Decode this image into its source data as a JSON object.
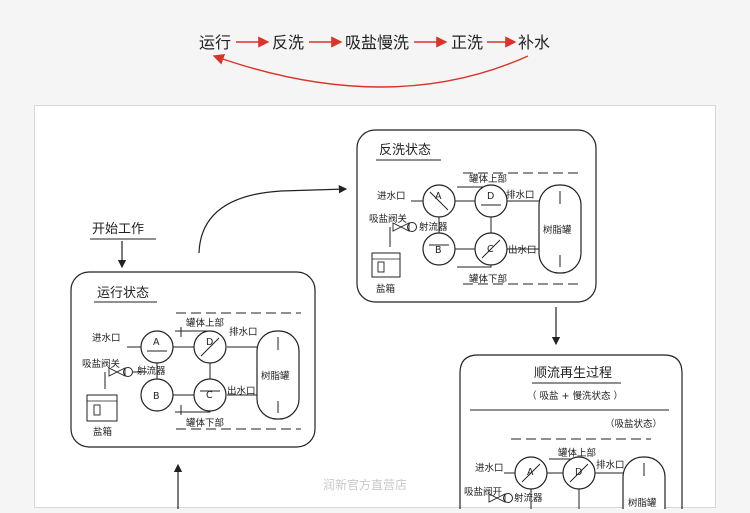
{
  "cycle": {
    "steps": [
      "运行",
      "反洗",
      "吸盐慢洗",
      "正洗",
      "补水"
    ],
    "arrow_color": "#d9332b"
  },
  "start_label": "开始工作",
  "states": {
    "run": {
      "title": "运行状态",
      "inlet": "进水口",
      "brine_valve": "吸盐阀关",
      "ejector": "射流器",
      "brine_tank": "盐箱",
      "tank_top": "罐体上部",
      "tank_bottom": "罐体下部",
      "drain": "排水口",
      "outlet": "出水口",
      "resin": "树脂罐",
      "valves": [
        "A",
        "B",
        "C",
        "D"
      ]
    },
    "backwash": {
      "title": "反洗状态",
      "inlet": "进水口",
      "brine_valve": "吸盐阀关",
      "ejector": "射流器",
      "brine_tank": "盐箱",
      "tank_top": "罐体上部",
      "tank_bottom": "罐体下部",
      "drain": "排水口",
      "outlet": "出水口",
      "resin": "树脂罐",
      "valves": [
        "A",
        "B",
        "C",
        "D"
      ]
    },
    "regen": {
      "title": "顺流再生过程",
      "subtitle": "（ 吸盐 + 慢洗状态 ）",
      "substate": "（吸盐状态）",
      "inlet": "进水口",
      "brine_valve": "吸盐阀开",
      "ejector": "射流器",
      "tank_top": "罐体上部",
      "drain": "排水口",
      "resin": "树脂罐",
      "valves": [
        "A",
        "D"
      ]
    }
  },
  "watermark": "润新官方直营店"
}
